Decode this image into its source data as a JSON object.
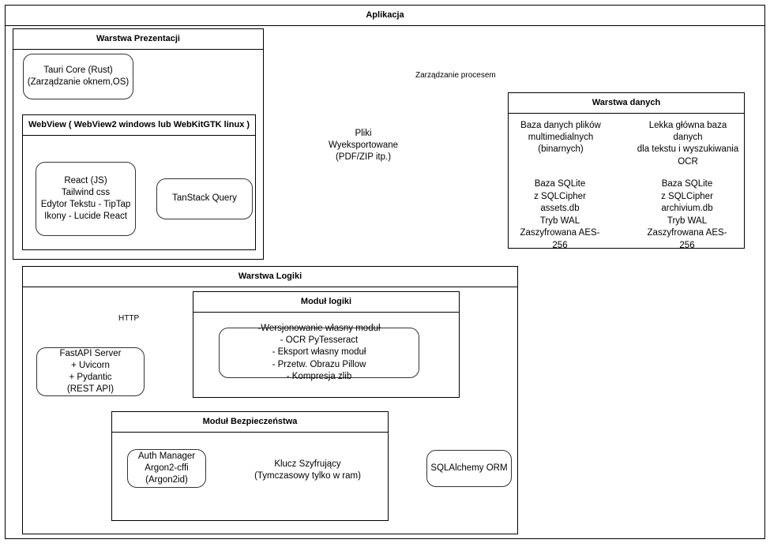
{
  "diagram": {
    "title": "Aplikacja",
    "layers": {
      "presentation": {
        "title": "Warstwa Prezentacji",
        "tauri_core": "Tauri Core (Rust)\n(Zarządzanie oknem,OS)",
        "webview_title": "WebView ( WebView2 windows  lub WebKitGTK linux )",
        "frontend_stack": "React (JS)\nTailwind css\nEdytor Tekstu - TipTap\nIkony - Lucide React",
        "tanstack_query": "TanStack Query"
      },
      "logic": {
        "title": "Warstwa Logiki",
        "fastapi": "FastAPI Server\n+ Uvicorn\n+ Pydantic\n(REST API)",
        "logic_module_title": "Moduł logiki",
        "logic_module_items": "-Wersjonowanie własny moduł\n- OCR PyTesseract\n- Eksport własny moduł\n- Przetw. Obrazu Pillow\n- Kompresja zlib",
        "security_module_title": "Moduł Bezpieczeństwa",
        "auth_manager": "Auth Manager\nArgon2-cffi\n(Argon2id)",
        "encryption_key": "Klucz Szyfrujący\n(Tymczasowy tylko w ram)",
        "sqlalchemy_orm": "SQLAlchemy ORM"
      },
      "data": {
        "title": "Warstwa danych",
        "db1_caption": "Baza danych plików\nmultimedialnych  (binarnych)",
        "db1_body": "Baza SQLite\nz SQLCipher\nassets.db\nTryb WAL\nZaszyfrowana AES-256",
        "db2_caption": "Lekka główna baza danych\ndla tekstu i wyszukiwania\nOCR",
        "db2_body": "Baza SQLite\nz SQLCipher\narchivium.db\nTryb WAL\nZaszyfrowana AES-256"
      }
    },
    "external": {
      "exported_files": "Pliki\nWyeksportowane\n(PDF/ZIP itp.)"
    },
    "edge_labels": {
      "process_management": "Zarządzanie procesem",
      "http": "HTTP"
    },
    "colors": {
      "stroke": "#000000",
      "shape_stroke": "#333333",
      "muted_stroke": "#f0f0f0",
      "background": "#ffffff"
    }
  }
}
